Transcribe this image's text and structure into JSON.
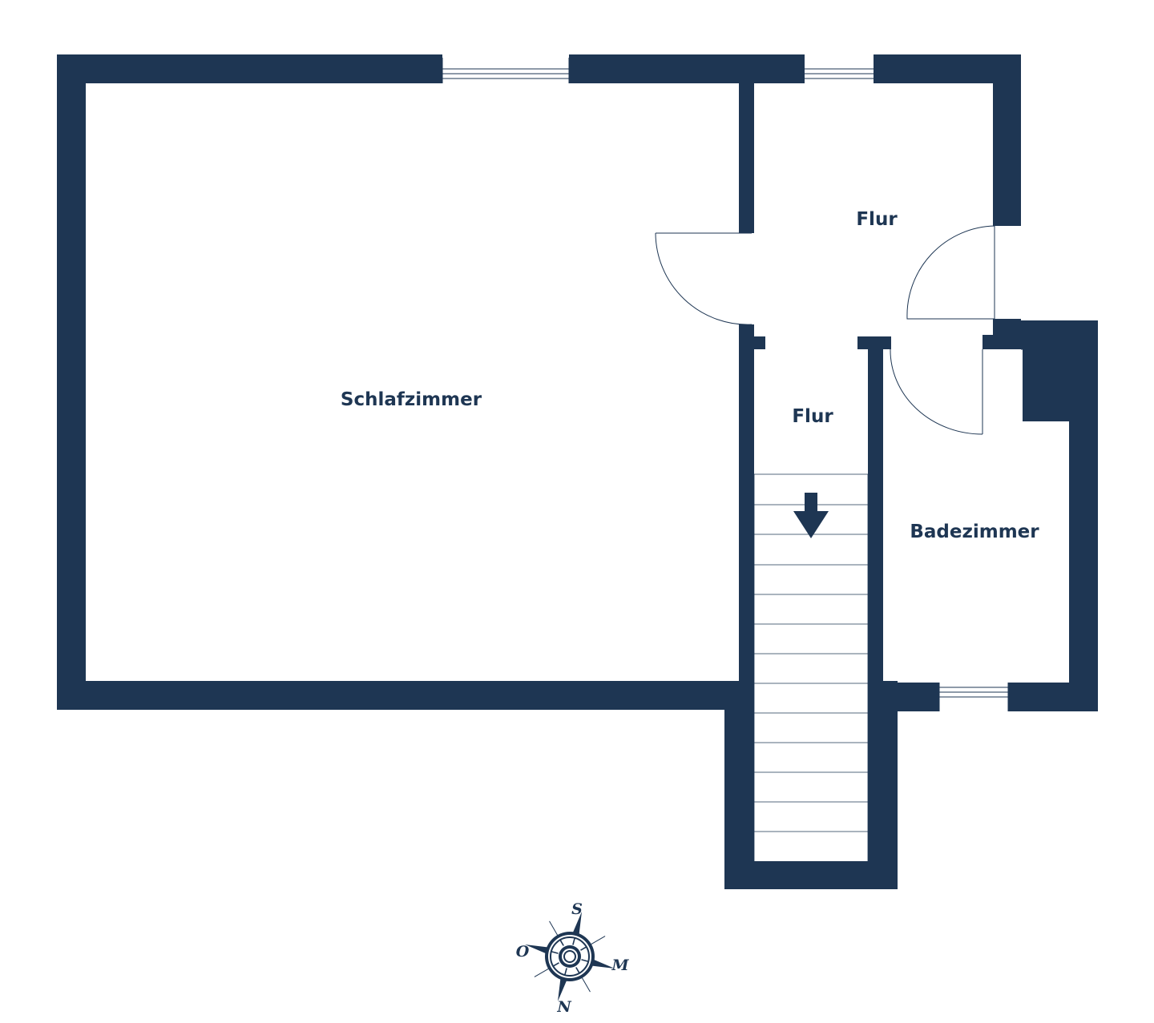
{
  "plan": {
    "wall_color": "#1e3653",
    "rooms": {
      "schlafzimmer": "Schlafzimmer",
      "flur_upper": "Flur",
      "flur_lower": "Flur",
      "badezimmer": "Badezimmer"
    },
    "stairs": {
      "direction": "down",
      "icon": "arrow-down-icon"
    }
  },
  "compass": {
    "icon": "compass-rose-icon",
    "top": "S",
    "left": "O",
    "right": "M",
    "bottom": "N"
  }
}
